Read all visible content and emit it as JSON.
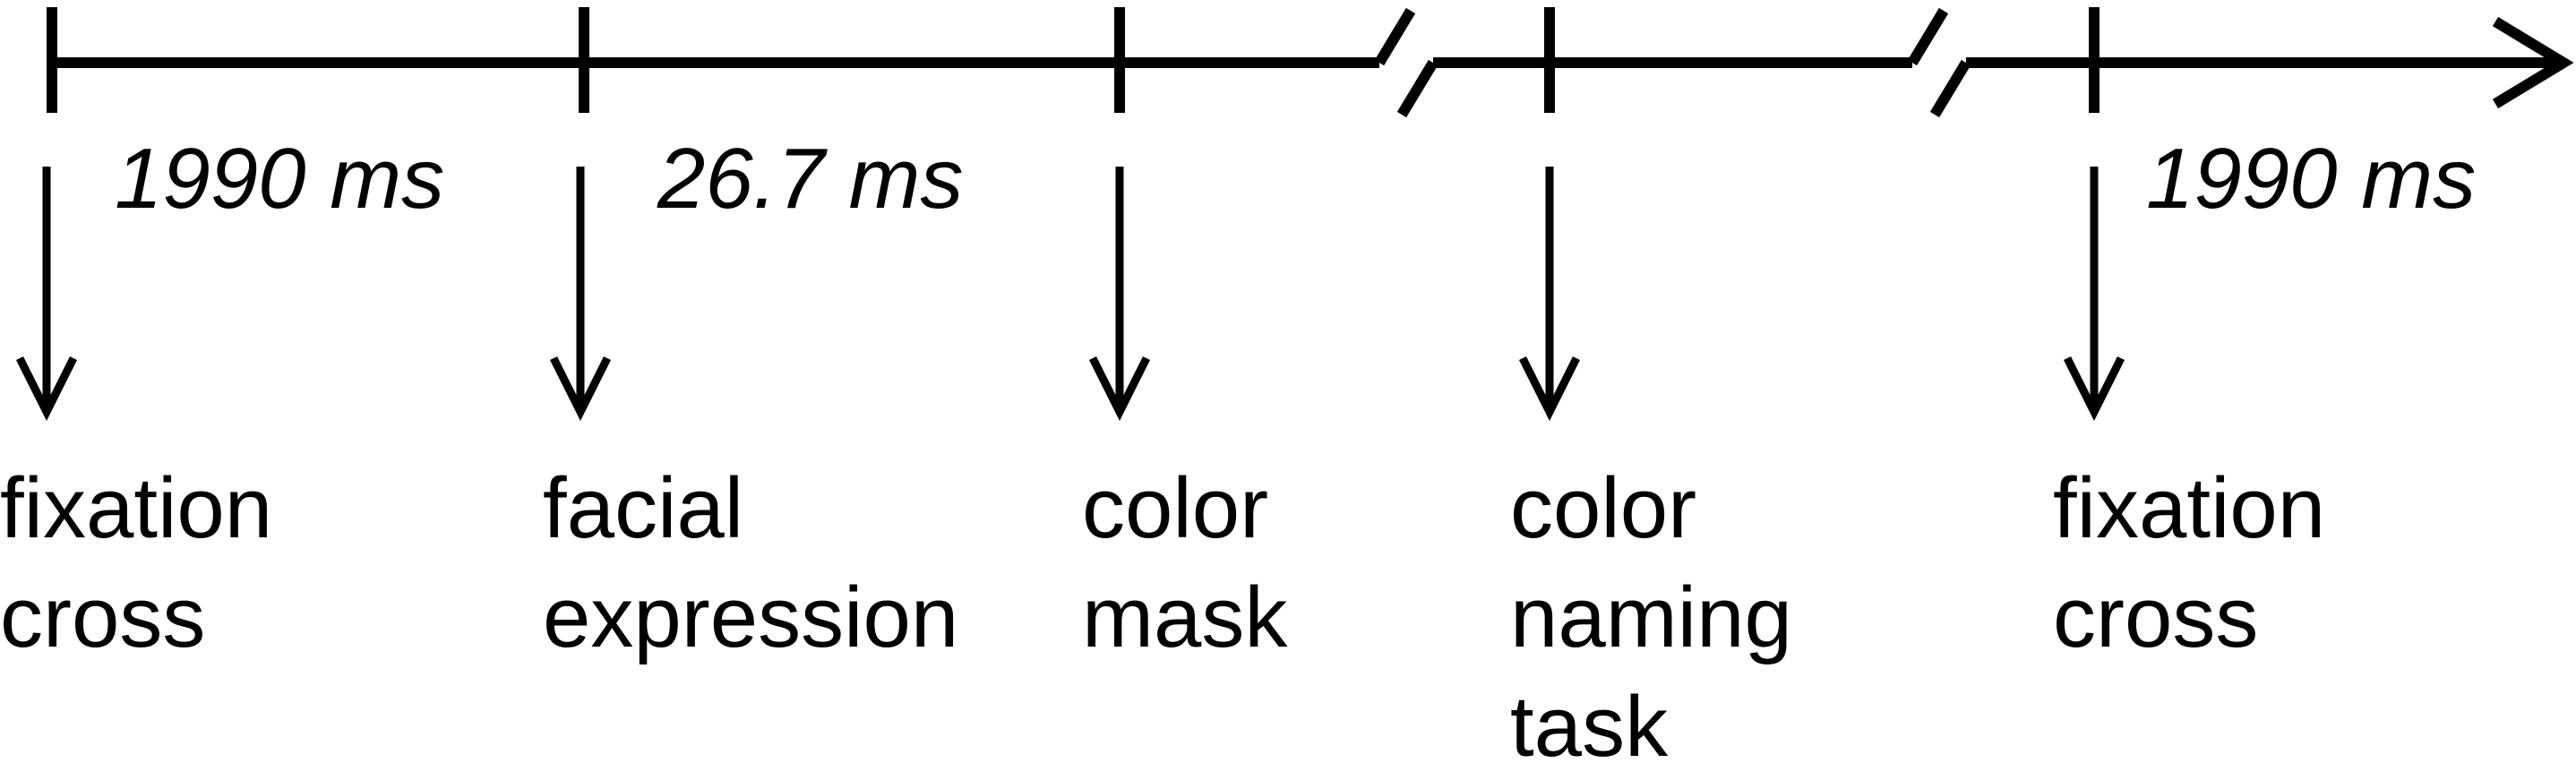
{
  "diagram": {
    "durations": [
      {
        "text": "1990 ms"
      },
      {
        "text": "26.7 ms"
      },
      {
        "text": "1990 ms"
      }
    ],
    "events": [
      {
        "line1": "fixation",
        "line2": "cross",
        "line3": ""
      },
      {
        "line1": "facial",
        "line2": "expression",
        "line3": ""
      },
      {
        "line1": "color",
        "line2": "mask",
        "line3": ""
      },
      {
        "line1": "color",
        "line2": "naming",
        "line3": "task"
      },
      {
        "line1": "fixation",
        "line2": "cross",
        "line3": ""
      }
    ],
    "colors": {
      "stroke": "#000000",
      "background": "#ffffff"
    }
  }
}
